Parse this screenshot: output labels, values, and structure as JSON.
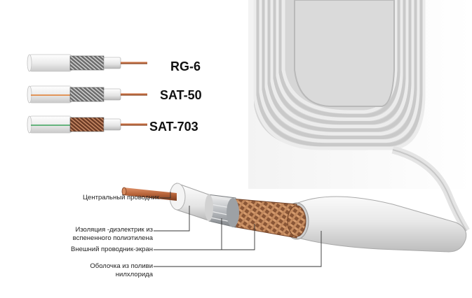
{
  "models": [
    {
      "name": "RG-6",
      "stripe": ""
    },
    {
      "name": "SAT-50",
      "stripe": "#e07a2a"
    },
    {
      "name": "SAT-703",
      "stripe": "#3aa35a"
    }
  ],
  "callouts": [
    {
      "line1": "Центральный проводник",
      "line2": ""
    },
    {
      "line1": "Изоляция -диэлектрик из",
      "line2": "вспененного полиэтилена"
    },
    {
      "line1": "Внешний проводник-экран",
      "line2": ""
    },
    {
      "line1": "Оболочка из поливи",
      "line2": "нилхлорида"
    }
  ],
  "colors": {
    "jacket": "#e9e9e9",
    "copper": "#b8653a",
    "braid_copper": "#c48a5e",
    "foil": "#c7c9cc",
    "leader_line": "#333333"
  }
}
